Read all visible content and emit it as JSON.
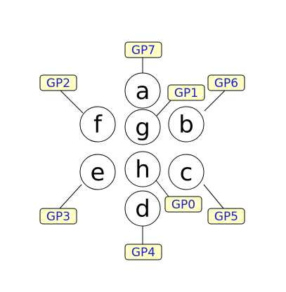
{
  "colors": {
    "label_fill": "#ffffc8",
    "label_text": "#1a1acc",
    "outline": "#000000",
    "background": "#ffffff"
  },
  "segments": [
    {
      "letter": "a",
      "pin": "GP7"
    },
    {
      "letter": "b",
      "pin": "GP6"
    },
    {
      "letter": "c",
      "pin": "GP5"
    },
    {
      "letter": "d",
      "pin": "GP4"
    },
    {
      "letter": "e",
      "pin": "GP3"
    },
    {
      "letter": "f",
      "pin": "GP2"
    },
    {
      "letter": "g",
      "pin": "GP1"
    },
    {
      "letter": "h",
      "pin": "GP0"
    }
  ]
}
